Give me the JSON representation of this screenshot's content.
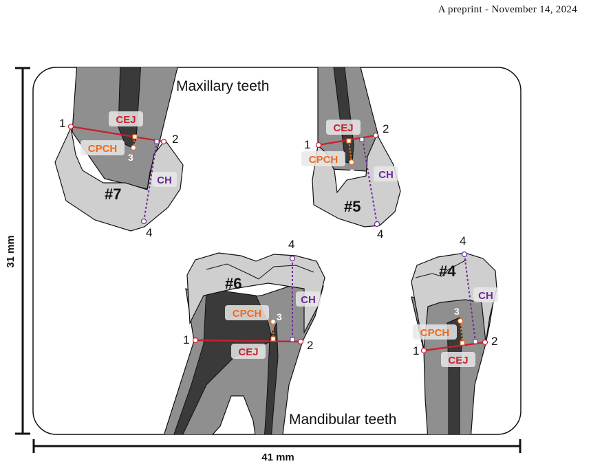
{
  "header": {
    "text": "A preprint - November 14, 2024"
  },
  "regions": {
    "maxillary": "Maxillary teeth",
    "mandibular": "Mandibular teeth"
  },
  "dimensions": {
    "height": "31 mm",
    "width": "41 mm"
  },
  "labels": {
    "cej": "CEJ",
    "cpch": "CPCH",
    "ch": "CH",
    "p1": "1",
    "p2": "2",
    "p3": "3",
    "p4": "4"
  },
  "teeth": [
    {
      "name": "#7"
    },
    {
      "name": "#5"
    },
    {
      "name": "#6"
    },
    {
      "name": "#4"
    }
  ],
  "colors": {
    "cej_line": "#c8202e",
    "cpch": "#ee6a1f",
    "ch": "#6b2a9a",
    "crown": "#cfcfcf",
    "root": "#8f8f8f",
    "pulp": "#3a3a3a"
  }
}
